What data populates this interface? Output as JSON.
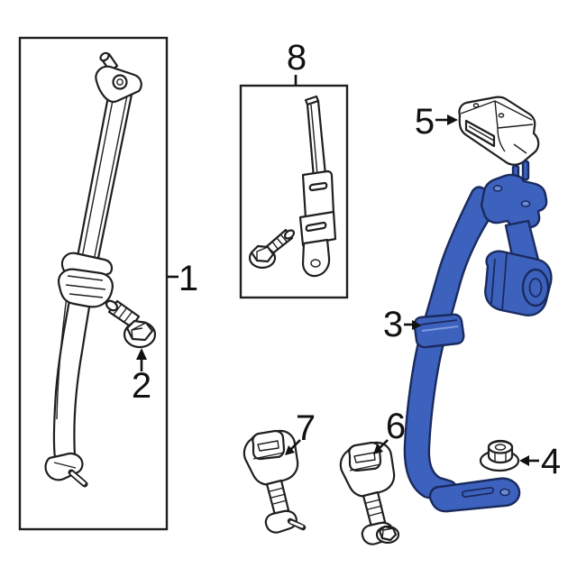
{
  "page": {
    "background_color": "#ffffff"
  },
  "diagram": {
    "kind": "parts-diagram",
    "subject": "Vehicle rear seat belt components exploded parts illustration",
    "colors": {
      "line": "#1f1f1f",
      "label": "#111111",
      "highlight_fill": "#3c62be",
      "highlight_outline": "#1b2a5e",
      "background": "#ffffff"
    },
    "callouts": [
      {
        "label": "1",
        "target": "boxed seat belt retractor assembly",
        "style": "tick-line"
      },
      {
        "label": "2",
        "target": "hex flange anchor bolt",
        "style": "arrow-up"
      },
      {
        "label": "3",
        "target": "highlighted seat belt assembly (webbing guide)",
        "style": "arrow-right"
      },
      {
        "label": "4",
        "target": "hex flange nut",
        "style": "arrow-left"
      },
      {
        "label": "5",
        "target": "anchor trim cover",
        "style": "arrow-right"
      },
      {
        "label": "6",
        "target": "inner buckle end with bolt",
        "style": "arrow-down-left"
      },
      {
        "label": "7",
        "target": "outer buckle end with pin",
        "style": "arrow-down-left"
      },
      {
        "label": "8",
        "target": "boxed belt extension bracket with bolt",
        "style": "leader-line"
      }
    ]
  }
}
